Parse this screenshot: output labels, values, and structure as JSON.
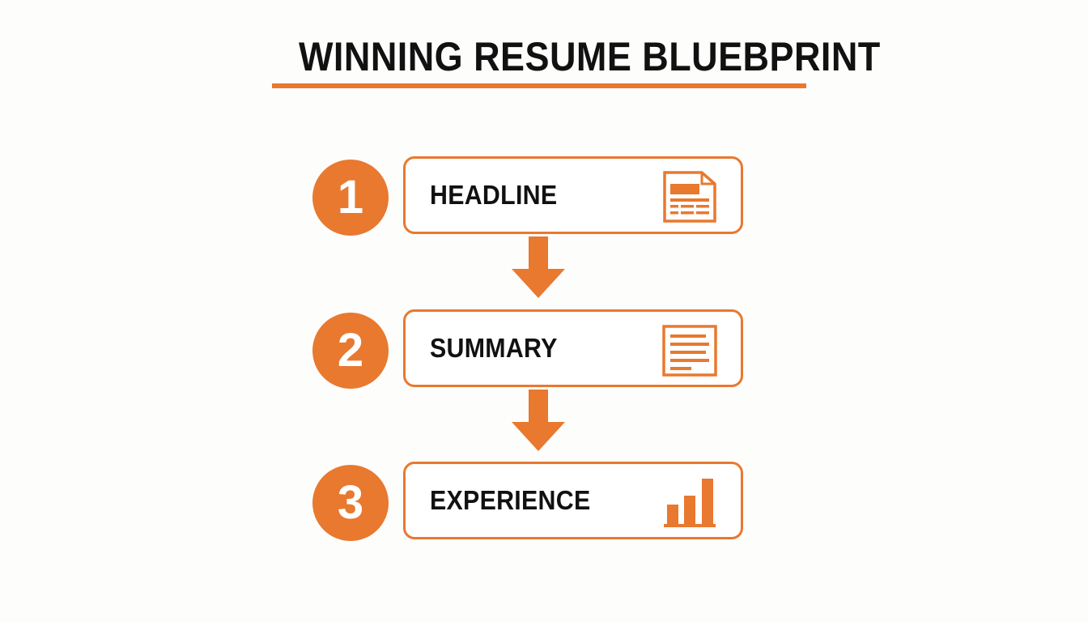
{
  "title": "WINNING RESUME BLUEBPRINT",
  "accent_color": "#e8792f",
  "text_color": "#111111",
  "steps": [
    {
      "number": "1",
      "label": "HEADLINE",
      "icon": "document-header-icon"
    },
    {
      "number": "2",
      "label": "SUMMARY",
      "icon": "text-lines-icon"
    },
    {
      "number": "3",
      "label": "EXPERIENCE",
      "icon": "bar-chart-icon"
    }
  ]
}
